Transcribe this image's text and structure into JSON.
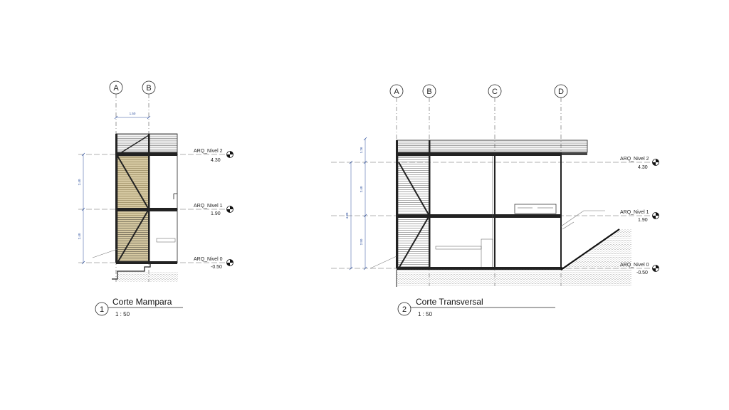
{
  "sections": [
    {
      "number": "1",
      "title": "Corte Mampara",
      "scale": "1 : 50",
      "grid_axes": [
        "A",
        "B"
      ],
      "dimensions": [
        "1.50",
        "2.40",
        "2.40"
      ],
      "levels": [
        {
          "name": "ARQ_Nivel 2",
          "value": "4.30"
        },
        {
          "name": "ARQ_Nivel 1",
          "value": "1.90"
        },
        {
          "name": "ARQ_Nivel 0",
          "value": "-0.50"
        }
      ]
    },
    {
      "number": "2",
      "title": "Corte Transversal",
      "scale": "1 : 50",
      "grid_axes": [
        "A",
        "B",
        "C",
        "D"
      ],
      "dimensions": [
        "1.26",
        "2.40",
        "4.80",
        "2.50"
      ],
      "levels": [
        {
          "name": "ARQ_Nivel 2",
          "value": "4.30"
        },
        {
          "name": "ARQ_Nivel 1",
          "value": "1.90"
        },
        {
          "name": "ARQ_Nivel 0",
          "value": "-0.50"
        }
      ]
    }
  ],
  "colors": {
    "line": "#111111",
    "dimension": "#2c4f9e",
    "infill": "#d6c9a2",
    "hatch": "#9a9a9a"
  }
}
